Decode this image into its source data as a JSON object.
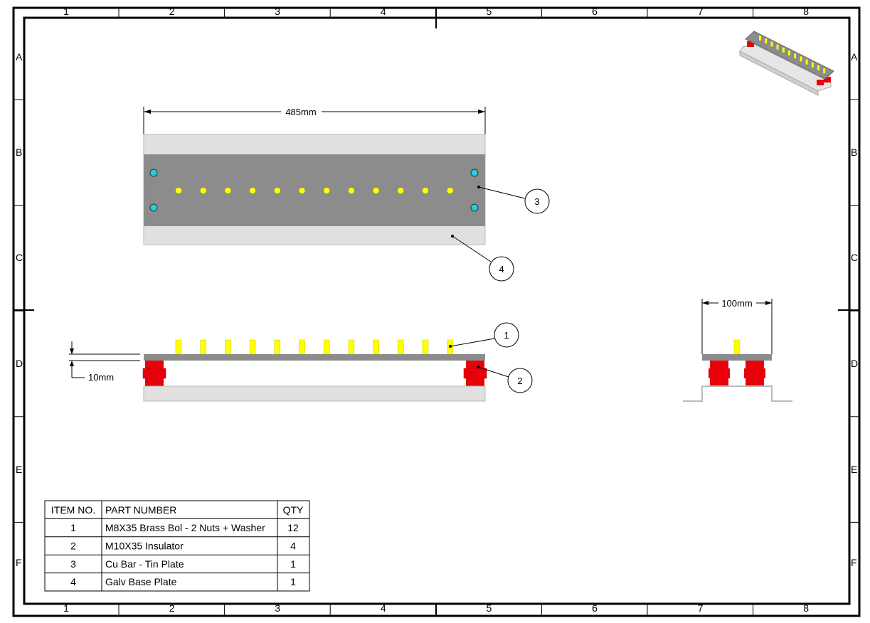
{
  "sheet": {
    "column_labels": [
      "1",
      "2",
      "3",
      "4",
      "5",
      "6",
      "7",
      "8"
    ],
    "row_labels": [
      "A",
      "B",
      "C",
      "D",
      "E",
      "F"
    ]
  },
  "views": {
    "top_view": {
      "length_dimension": "485mm",
      "bolt_count": 12,
      "balloons": [
        "3",
        "4"
      ]
    },
    "front_view": {
      "thickness_dimension": "10mm",
      "balloons": [
        "1",
        "2"
      ]
    },
    "side_view": {
      "width_dimension": "100mm"
    }
  },
  "colors": {
    "bar": "#8c8c8c",
    "base": "#e0e0e0",
    "bolt": "#ffff00",
    "insulator": "#e8000a",
    "hole": "#22d0e0"
  },
  "bom": {
    "headers": [
      "ITEM NO.",
      "PART NUMBER",
      "QTY"
    ],
    "rows": [
      {
        "item": "1",
        "part": "M8X35 Brass Bol - 2 Nuts + Washer",
        "qty": "12"
      },
      {
        "item": "2",
        "part": "M10X35 Insulator",
        "qty": "4"
      },
      {
        "item": "3",
        "part": "Cu Bar - Tin Plate",
        "qty": "1"
      },
      {
        "item": "4",
        "part": "Galv Base Plate",
        "qty": "1"
      }
    ]
  }
}
